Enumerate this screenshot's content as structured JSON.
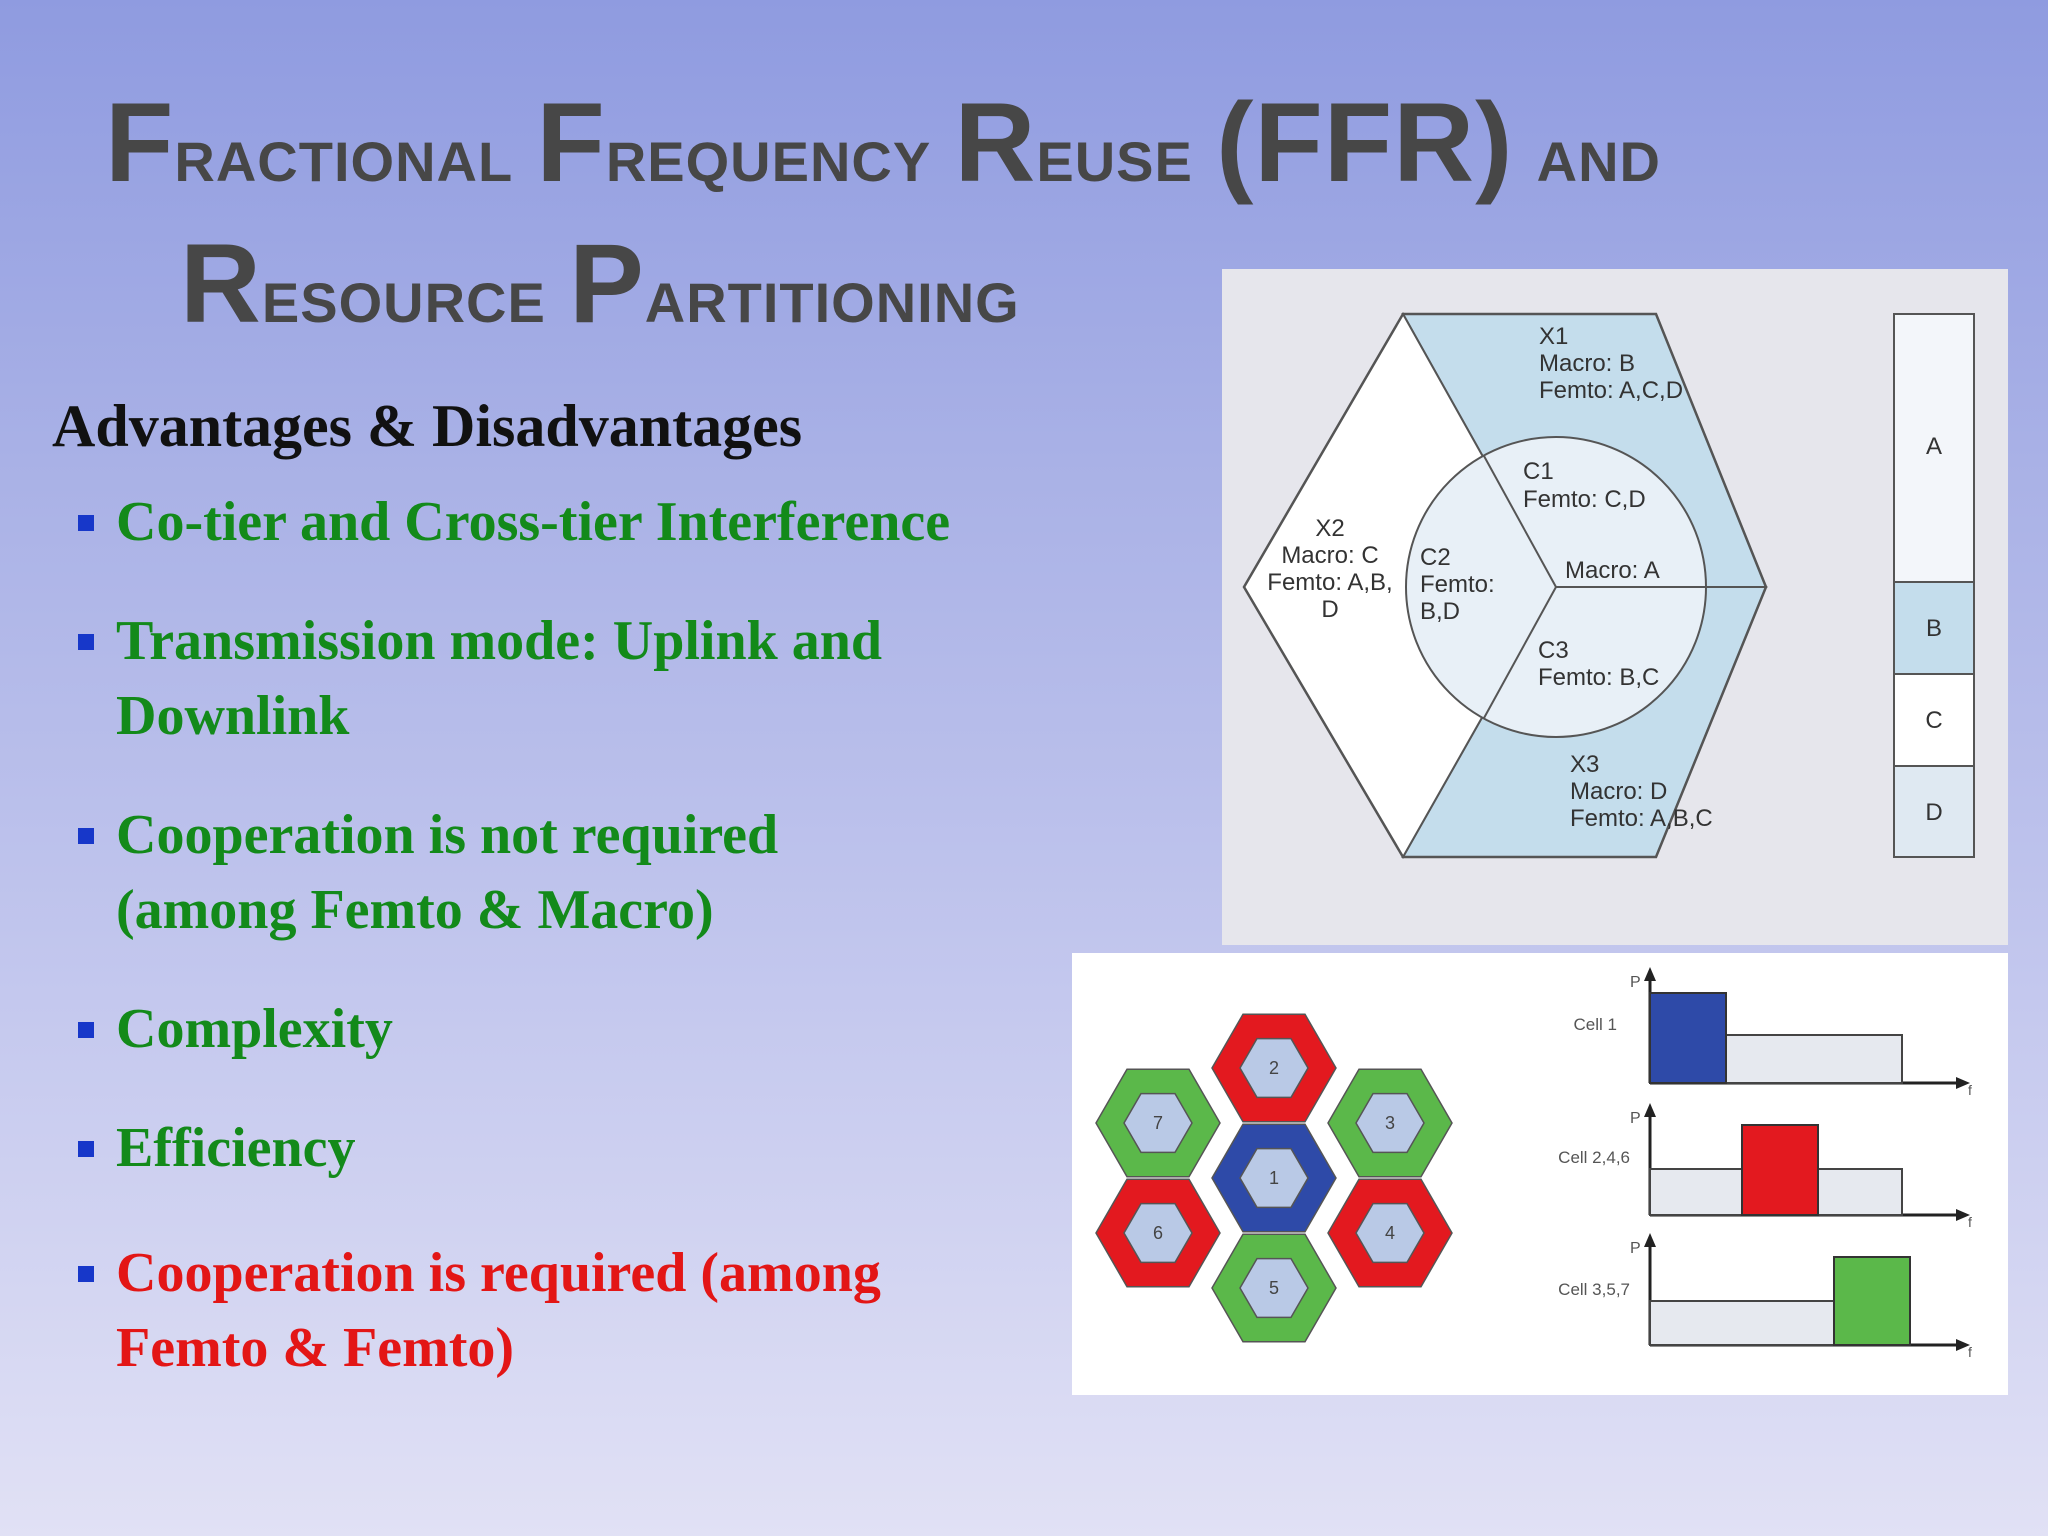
{
  "title": {
    "line1": [
      {
        "cap": "F",
        "rest": "ractional"
      },
      {
        "cap": "F",
        "rest": "requency"
      },
      {
        "cap": "R",
        "rest": "euse"
      },
      {
        "cap": "(FFR)",
        "rest": ""
      },
      {
        "cap": "",
        "rest": "and"
      }
    ],
    "line2": [
      {
        "cap": "R",
        "rest": "esource"
      },
      {
        "cap": "P",
        "rest": "artitioning"
      }
    ]
  },
  "subtitle": "Advantages & Disadvantages",
  "bullets": [
    {
      "lines": [
        "Co-tier and Cross-tier Interference"
      ],
      "color": "#138a1a"
    },
    {
      "lines": [
        "Transmission mode: Uplink and",
        "Downlink"
      ],
      "color": "#138a1a"
    },
    {
      "lines": [
        "Cooperation is not required",
        "(among Femto & Macro)"
      ],
      "color": "#138a1a"
    },
    {
      "lines": [
        "Complexity"
      ],
      "color": "#138a1a"
    },
    {
      "lines": [
        "Efficiency"
      ],
      "color": "#138a1a"
    },
    {
      "lines": [
        "Cooperation is required (among",
        "Femto & Femto)"
      ],
      "color": "#e31616"
    }
  ],
  "hex_diagram": {
    "x1": [
      "X1",
      "Macro: B",
      "Femto: A,C,D"
    ],
    "x2": [
      "X2",
      "Macro: C",
      "Femto: A,B,",
      "D"
    ],
    "x3": [
      "X3",
      "Macro: D",
      "Femto: A,B,C"
    ],
    "c1": [
      "C1",
      "Femto: C,D"
    ],
    "c2": [
      "C2",
      "Femto:",
      "B,D"
    ],
    "c3": [
      "C3",
      "Femto: B,C"
    ],
    "center": "Macro: A",
    "bands": [
      "A",
      "B",
      "C",
      "D"
    ]
  },
  "cell_diagram": {
    "cells": [
      "1",
      "2",
      "3",
      "4",
      "5",
      "6",
      "7"
    ],
    "spectra": [
      {
        "label": "Cell 1",
        "color": "#2e4aa8"
      },
      {
        "label": "Cell 2,4,6",
        "color": "#e3191f"
      },
      {
        "label": "Cell 3,5,7",
        "color": "#5bb84a"
      }
    ],
    "axis_p": "P",
    "axis_f": "f"
  }
}
